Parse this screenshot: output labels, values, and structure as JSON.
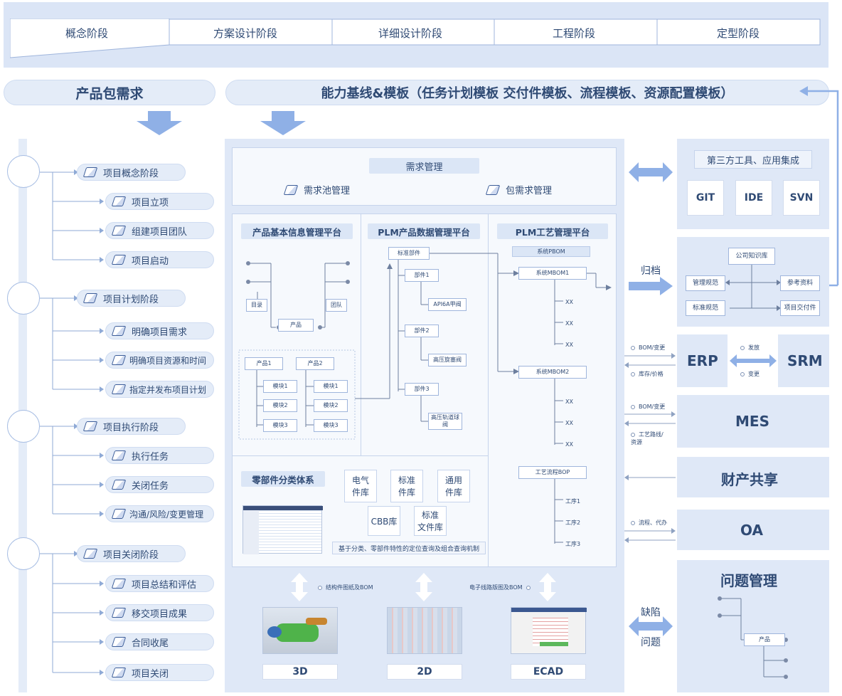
{
  "stages": [
    "概念阶段",
    "方案设计阶段",
    "详细设计阶段",
    "工程阶段",
    "定型阶段"
  ],
  "product_req": "产品包需求",
  "baseline": "能力基线&模板（任务计划模板 交付件模板、流程模板、资源配置模板）",
  "phases": [
    {
      "label": "项目概念阶段",
      "items": [
        "项目立项",
        "组建项目团队",
        "项目启动"
      ]
    },
    {
      "label": "项目计划阶段",
      "items": [
        "明确项目需求",
        "明确项目资源和时间",
        "指定并发布项目计划"
      ]
    },
    {
      "label": "项目执行阶段",
      "items": [
        "执行任务",
        "关闭任务",
        "沟通/风险/变更管理"
      ]
    },
    {
      "label": "项目关闭阶段",
      "items": [
        "项目总结和评估",
        "移交项目成果",
        "合同收尾",
        "项目关闭"
      ]
    }
  ],
  "req_mgmt": {
    "title": "需求管理",
    "pool": "需求池管理",
    "pkg": "包需求管理"
  },
  "platforms": {
    "basic": "产品基本信息管理平台",
    "plm_data": "PLM产品数据管理平台",
    "plm_proc": "PLM工艺管理平台"
  },
  "basic_tree": {
    "dir": "目录",
    "team": "团队",
    "product": "产品",
    "p1": "产品1",
    "p2": "产品2",
    "m1": "模块1",
    "m2": "模块2",
    "m3": "模块3"
  },
  "plm_tree": {
    "std": "标准部件",
    "part1": "部件1",
    "part2": "部件2",
    "part3": "部件3",
    "c1": "API6A甲阀",
    "c2": "高压旋塞阀",
    "c3": "高压轨道球阀"
  },
  "proc_tree": {
    "pbom": "系统PBOM",
    "mbom1": "系统MBOM1",
    "mbom2": "系统MBOM2",
    "xx": "XX",
    "bop": "工艺流程BOP",
    "s1": "工序1",
    "s2": "工序2",
    "s3": "工序3"
  },
  "parts": {
    "title": "零部件分类体系",
    "libs": [
      "电气\n件库",
      "标准\n件库",
      "通用\n件库",
      "CBB库",
      "标准\n文件库"
    ],
    "note": "基于分类、零部件特性的定位查询及组合查询机制"
  },
  "bottom": {
    "struct": "结构件图纸及BOM",
    "elec": "电子线路版图及BOM",
    "b3d": "3D",
    "b2d": "2D",
    "ecad": "ECAD"
  },
  "right": {
    "third": "第三方工具、应用集成",
    "tools": [
      "GIT",
      "IDE",
      "SVN"
    ],
    "archive": "归档",
    "kb": "公司知识库",
    "kb_items": [
      "管理规范",
      "参考资料",
      "标准规范",
      "项目交付件"
    ],
    "erp": "ERP",
    "srm": "SRM",
    "bom_change": "BOM/变更",
    "stock": "库存/价格",
    "issue": "发放",
    "change": "变更",
    "mes": "MES",
    "mes_bom": "BOM/变更",
    "mes_route": "工艺路线/\n资源",
    "asset": "财产共享",
    "oa": "OA",
    "oa_flow": "流程、代办",
    "problem": "问题管理",
    "defect": "缺陷",
    "question": "问题",
    "product": "产品"
  }
}
